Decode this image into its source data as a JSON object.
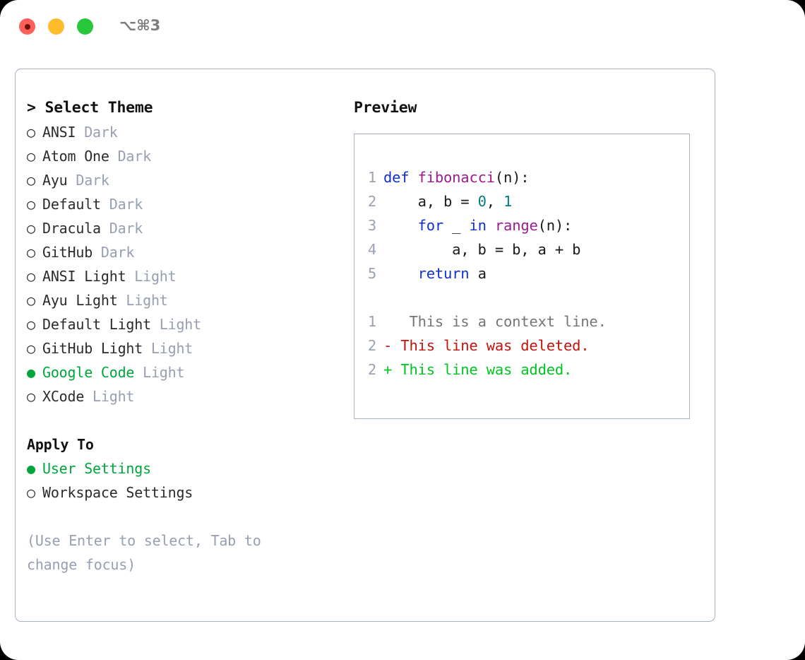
{
  "titlebar": {
    "shortcut": "⌥⌘3",
    "buttons": [
      {
        "name": "close",
        "color": "#ff6059"
      },
      {
        "name": "minimize",
        "color": "#ffbd2e"
      },
      {
        "name": "zoom",
        "color": "#28c83c"
      }
    ]
  },
  "theme_panel": {
    "header": "> Select Theme",
    "options": [
      {
        "bullet": "○",
        "label": "ANSI",
        "tag": "Dark",
        "selected": false
      },
      {
        "bullet": "○",
        "label": "Atom One",
        "tag": "Dark",
        "selected": false
      },
      {
        "bullet": "○",
        "label": "Ayu",
        "tag": "Dark",
        "selected": false
      },
      {
        "bullet": "○",
        "label": "Default",
        "tag": "Dark",
        "selected": false
      },
      {
        "bullet": "○",
        "label": "Dracula",
        "tag": "Dark",
        "selected": false
      },
      {
        "bullet": "○",
        "label": "GitHub",
        "tag": "Dark",
        "selected": false
      },
      {
        "bullet": "○",
        "label": "ANSI Light",
        "tag": "Light",
        "selected": false
      },
      {
        "bullet": "○",
        "label": "Ayu Light",
        "tag": "Light",
        "selected": false
      },
      {
        "bullet": "○",
        "label": "Default Light",
        "tag": "Light",
        "selected": false
      },
      {
        "bullet": "○",
        "label": "GitHub Light",
        "tag": "Light",
        "selected": false
      },
      {
        "bullet": "●",
        "label": "Google Code",
        "tag": "Light",
        "selected": true
      },
      {
        "bullet": "○",
        "label": "XCode",
        "tag": "Light",
        "selected": false
      }
    ],
    "apply_to": {
      "header": "Apply To",
      "options": [
        {
          "bullet": "●",
          "label": "User Settings",
          "selected": true
        },
        {
          "bullet": "○",
          "label": "Workspace Settings",
          "selected": false
        }
      ]
    },
    "hint": "(Use Enter to select, Tab to change focus)"
  },
  "preview_panel": {
    "header": "Preview",
    "code_lines": [
      {
        "num": "1",
        "tokens": [
          {
            "t": "def",
            "c": "kw"
          },
          {
            "t": " ",
            "c": "pl"
          },
          {
            "t": "fibonacci",
            "c": "fn"
          },
          {
            "t": "(n):",
            "c": "pl"
          }
        ]
      },
      {
        "num": "2",
        "tokens": [
          {
            "t": "    a, b = ",
            "c": "pl"
          },
          {
            "t": "0",
            "c": "num"
          },
          {
            "t": ", ",
            "c": "pl"
          },
          {
            "t": "1",
            "c": "num"
          }
        ]
      },
      {
        "num": "3",
        "tokens": [
          {
            "t": "    ",
            "c": "pl"
          },
          {
            "t": "for",
            "c": "kw"
          },
          {
            "t": " _ ",
            "c": "pl"
          },
          {
            "t": "in",
            "c": "kw"
          },
          {
            "t": " ",
            "c": "pl"
          },
          {
            "t": "range",
            "c": "fn"
          },
          {
            "t": "(n):",
            "c": "pl"
          }
        ]
      },
      {
        "num": "4",
        "tokens": [
          {
            "t": "        a, b = b, a + b",
            "c": "pl"
          }
        ]
      },
      {
        "num": "5",
        "tokens": [
          {
            "t": "    ",
            "c": "pl"
          },
          {
            "t": "return",
            "c": "kw"
          },
          {
            "t": " a",
            "c": "pl"
          }
        ]
      }
    ],
    "diff_lines": [
      {
        "num": "1",
        "marker": " ",
        "text": "  This is a context line.",
        "kind": "ctx"
      },
      {
        "num": "2",
        "marker": "-",
        "text": " This line was deleted.",
        "kind": "del"
      },
      {
        "num": "2",
        "marker": "+",
        "text": " This line was added.",
        "kind": "add"
      }
    ]
  },
  "colors": {
    "accent_green": "#00a63c",
    "tag_muted": "#97a0b0",
    "border": "#a9b2c0",
    "keyword": "#1030d0",
    "function": "#9b1c8f",
    "number": "#007c7c",
    "diff_deleted": "#c4130d",
    "diff_added": "#00c421",
    "diff_context": "#767676"
  }
}
